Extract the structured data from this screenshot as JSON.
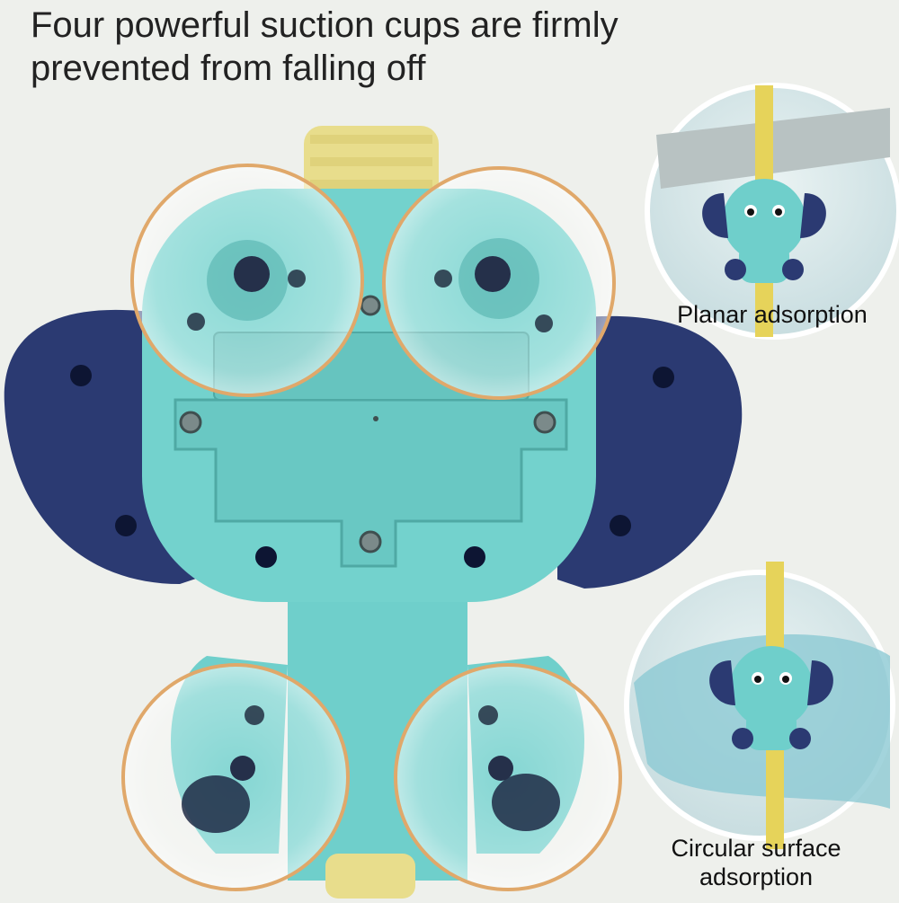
{
  "headline": {
    "line1": "Four powerful suction cups are firmly",
    "line2": "prevented from falling off"
  },
  "insets": [
    {
      "caption": "Planar adsorption"
    },
    {
      "caption": "Circular surface adsorption",
      "caption_lines": [
        "Circular surface",
        "adsorption"
      ]
    }
  ],
  "colors": {
    "background": "#eef0ec",
    "body_teal": "#6fcfcb",
    "ear_navy": "#26356b",
    "hose_yellow": "#e8dd8c",
    "cup_rim": "#e0a86a"
  }
}
